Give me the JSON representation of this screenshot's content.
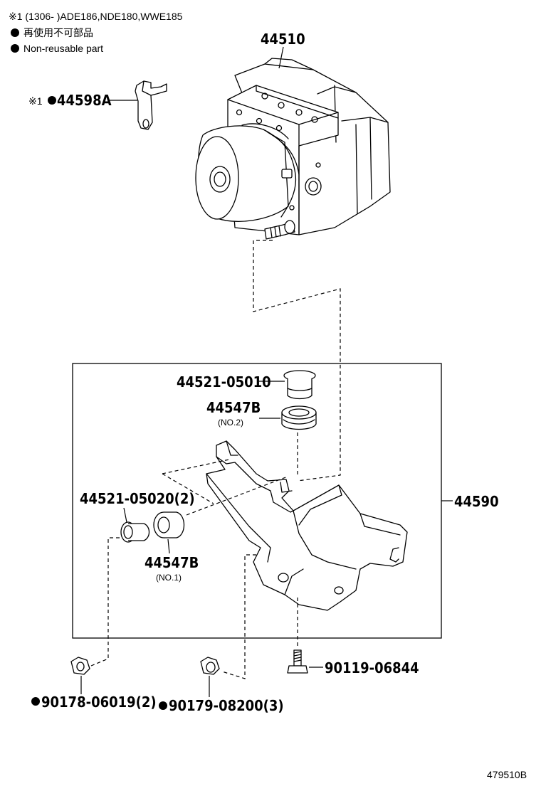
{
  "notes": {
    "applicability": "※1 (1306-       )ADE186,NDE180,WWE185",
    "non_reusable_jp": "再使用不可部品",
    "non_reusable_en": "Non-reusable part"
  },
  "callouts": {
    "actuator_assy": "44510",
    "bracket_part": "44598A",
    "bracket_part_prefix": "※1",
    "bolt_top": "44521-05010",
    "cushion_no2": "44547B",
    "cushion_no2_sub": "(NO.2)",
    "bolt_side": "44521-05020(2)",
    "cushion_no1": "44547B",
    "cushion_no1_sub": "(NO.1)",
    "bracket_assy": "44590",
    "bolt_lower": "90119-06844",
    "nut_1": "90178-06019(2)",
    "nut_2": "90179-08200(3)"
  },
  "footer": {
    "diagram_id": "479510B"
  },
  "icons": {
    "non_reusable_mark": "filled-circle-icon"
  }
}
